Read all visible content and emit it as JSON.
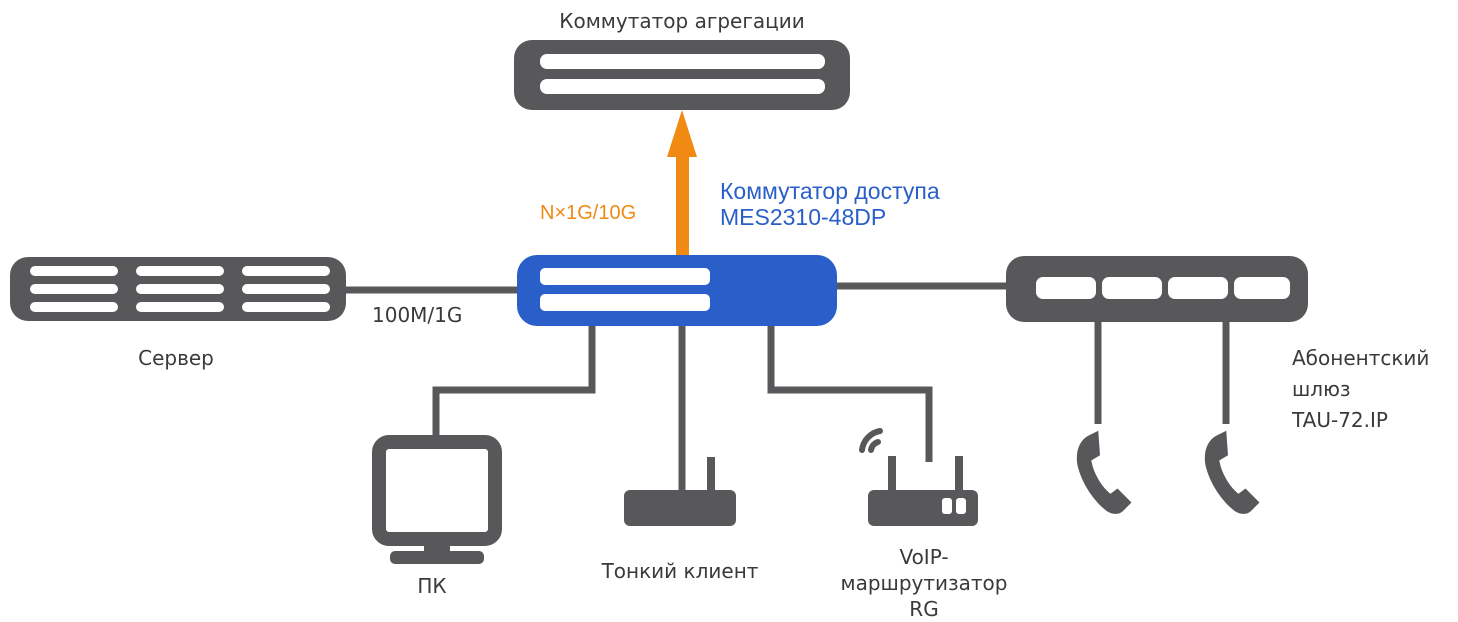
{
  "colors": {
    "device": "#58585a",
    "access_switch": "#2a5fc9",
    "uplink": "#f08a12",
    "access_label": "#2a5fc9",
    "text": "#3a3a3a",
    "port": "#ffffff"
  },
  "labels": {
    "aggregation_switch": "Коммутатор агрегации",
    "uplink_speed": "N×1G/10G",
    "access_switch": "Коммутатор доступа\nMES2310-48DP",
    "server_link_speed": "100M/1G",
    "server": "Сервер",
    "subscriber_gateway": "Абонентский\nшлюз\nTAU-72.IP",
    "pc": "ПК",
    "thin_client": "Тонкий клиент",
    "voip_router": "VoIP-\nмаршрутизатор\nRG"
  },
  "icons": {
    "aggregation_switch": "rack-switch-icon",
    "access_switch": "rack-switch-icon",
    "server": "server-icon",
    "gateway": "gateway-icon",
    "pc": "monitor-icon",
    "thin_client": "thin-client-icon",
    "router": "wifi-router-icon",
    "phone": "phone-handset-icon"
  }
}
